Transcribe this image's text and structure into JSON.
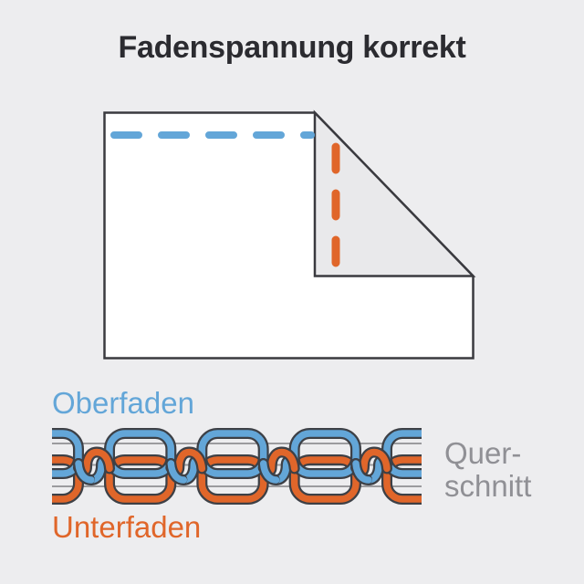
{
  "title": "Fadenspannung korrekt",
  "labels": {
    "upper_thread": "Oberfaden",
    "lower_thread": "Unterfaden",
    "cross_section": [
      "Quer-",
      "schnitt"
    ]
  },
  "colors": {
    "background": "#ededef",
    "title_text": "#2b2b30",
    "upper_thread_blue": "#63a6d8",
    "lower_thread_orange": "#e0662a",
    "thread_outline": "#3d4046",
    "cross_section_label_gray": "#909095",
    "fabric_fill": "#ffffff",
    "fabric_back_fill": "#e9e9eb",
    "fabric_border": "#3a3a3f",
    "fabric_layer_line": "#9b9b9e"
  },
  "stitch_diagram": {
    "interlock_count": 4,
    "fabric_layer_count": 2
  }
}
